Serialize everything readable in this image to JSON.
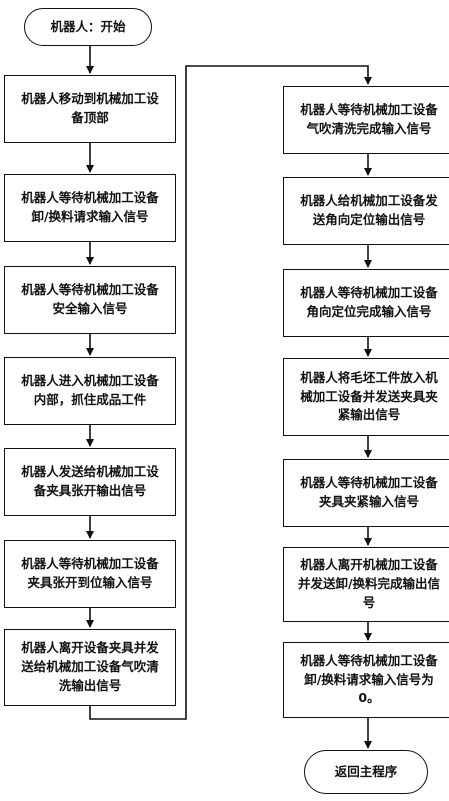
{
  "flowchart": {
    "start": "机器人：开始",
    "end": "返回主程序",
    "left_steps": [
      "机器人移动到机械加工设\n备顶部",
      "机器人等待机械加工设备\n卸/换料请求输入信号",
      "机器人等待机械加工设备\n安全输入信号",
      "机器人进入机械加工设备\n内部，抓住成品工件",
      "机器人发送给机械加工设\n备夹具张开输出信号",
      "机器人等待机械加工设备\n夹具张开到位输入信号",
      "机器人离开设备夹具并发\n送给机械加工设备气吹清\n洗输出信号"
    ],
    "right_steps": [
      "机器人等待机械加工设备\n气吹清洗完成输入信号",
      "机器人给机械加工设备发\n送角向定位输出信号",
      "机器人等待机械加工设备\n角向定位完成输入信号",
      "机器人将毛坯工件放入机\n械加工设备并发送夹具夹\n紧输出信号",
      "机器人等待机械加工设备\n夹具夹紧输入信号",
      "机器人离开机械加工设备\n并发送卸/换料完成输出信\n号",
      "机器人等待机械加工设备\n卸/换料请求输入信号为\n0。"
    ]
  }
}
